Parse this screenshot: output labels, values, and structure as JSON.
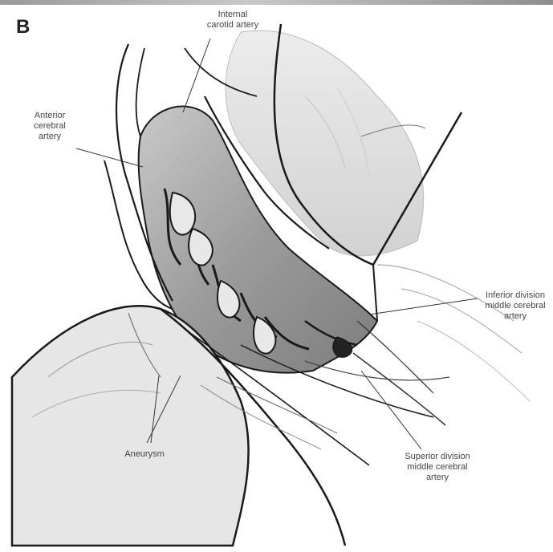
{
  "panel_letter": "B",
  "labels": {
    "internal_carotid": [
      "Internal",
      "carotid artery"
    ],
    "anterior_cerebral": [
      "Anterior",
      "cerebral",
      "artery"
    ],
    "inferior_division": [
      "Inferior division",
      "middle cerebral",
      "artery"
    ],
    "aneurysm": [
      "Aneurysm"
    ],
    "superior_division": [
      "Superior division",
      "middle cerebral",
      "artery"
    ]
  },
  "colors": {
    "line": "#1a1a1a",
    "shade_dark": "#8c8c8c",
    "shade_mid": "#b5b5b5",
    "shade_light": "#dedede"
  }
}
